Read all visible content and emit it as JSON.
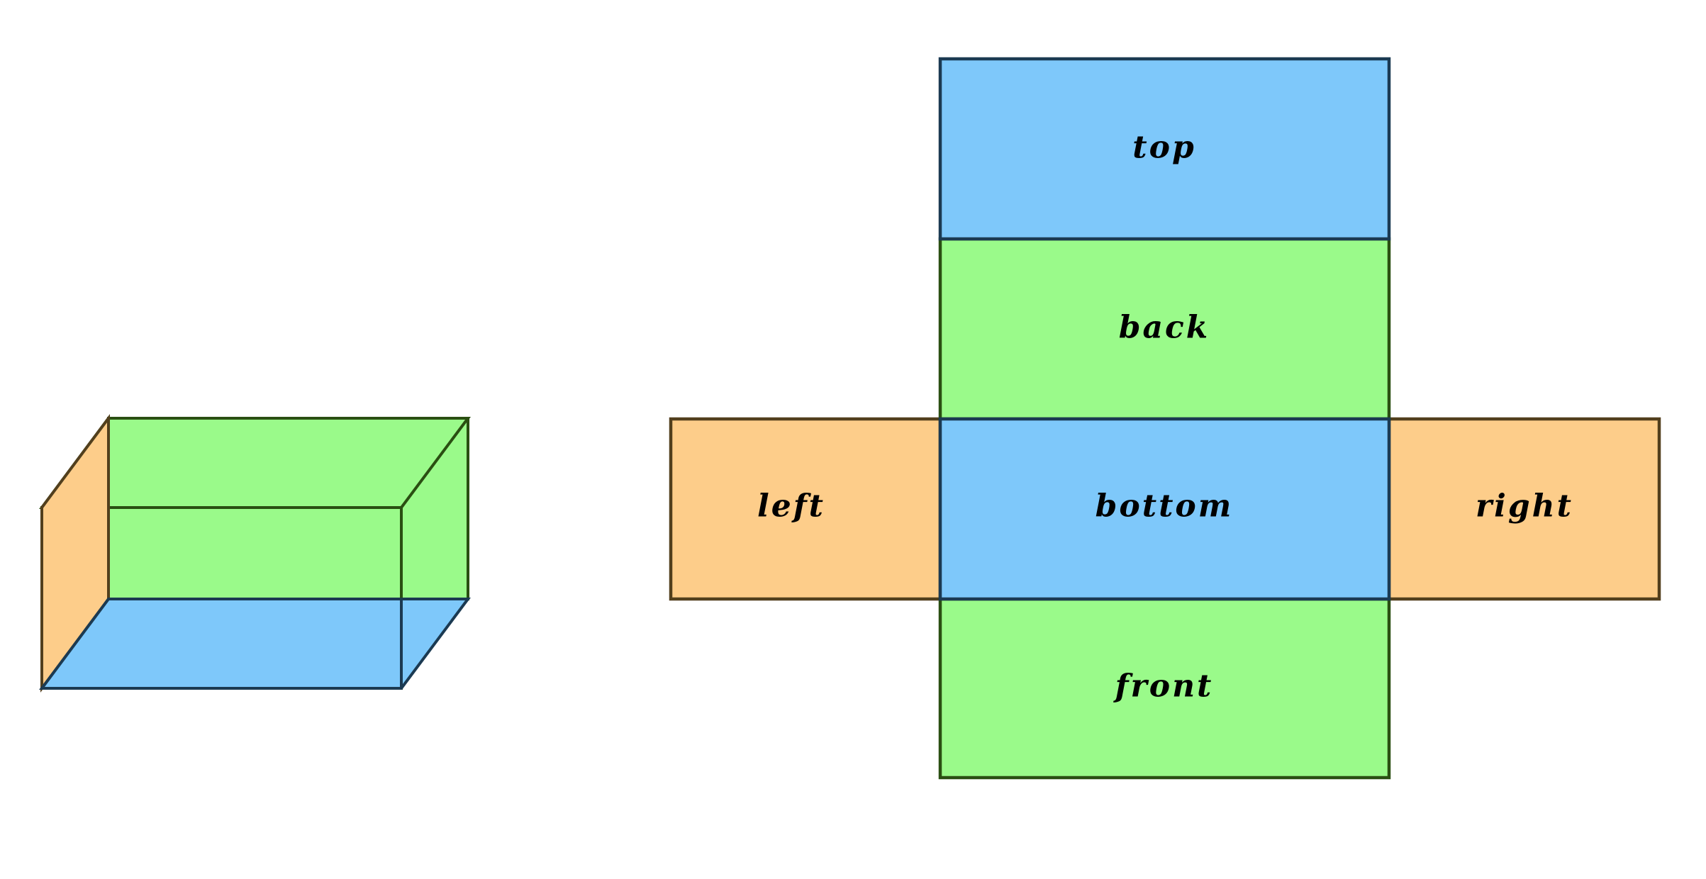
{
  "colors": {
    "background": "#ffffff",
    "face_blue": "#7ec8fa",
    "face_green": "#9afa8a",
    "face_orange": "#fdcd8a",
    "edge_blue": "#1b3a52",
    "edge_green": "#2a4f12",
    "edge_orange": "#523f1d",
    "label_color": "#000000"
  },
  "solid": {
    "shape": "rectangular prism",
    "visible_faces": [
      {
        "face": "top",
        "fill": "green"
      },
      {
        "face": "front",
        "fill": "green"
      },
      {
        "face": "back",
        "fill": "green"
      },
      {
        "face": "left",
        "fill": "orange"
      },
      {
        "face": "bottom",
        "fill": "blue"
      }
    ]
  },
  "net": {
    "faces": [
      {
        "name": "top",
        "label": "top",
        "fill": "blue"
      },
      {
        "name": "back",
        "label": "back",
        "fill": "green"
      },
      {
        "name": "left",
        "label": "left",
        "fill": "orange"
      },
      {
        "name": "bottom",
        "label": "bottom",
        "fill": "blue"
      },
      {
        "name": "right",
        "label": "right",
        "fill": "orange"
      },
      {
        "name": "front",
        "label": "front",
        "fill": "green"
      }
    ]
  }
}
